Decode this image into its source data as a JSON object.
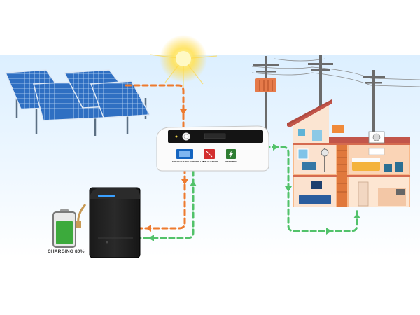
{
  "inverter": {
    "brand": "",
    "panels": [
      {
        "label": "SOLAR CHARGE CONTROLLER",
        "color": "#1565c0"
      },
      {
        "label": "LINE CHARGER",
        "color": "#d32f2f"
      },
      {
        "label": "INVERTER",
        "color": "#2e7d32"
      }
    ]
  },
  "battery": {
    "charge_label": "CHARGING 80%",
    "charge_level": 0.8
  },
  "flows": {
    "solar_color": "#ee7a2e",
    "ac_color": "#52c26a"
  },
  "colors": {
    "sky_top": "#dcefff",
    "panel_blue": "#2f6fc2",
    "house_wall": "#f9b98a",
    "roof": "#c2554a",
    "battery_fill": "#3caa3c"
  }
}
